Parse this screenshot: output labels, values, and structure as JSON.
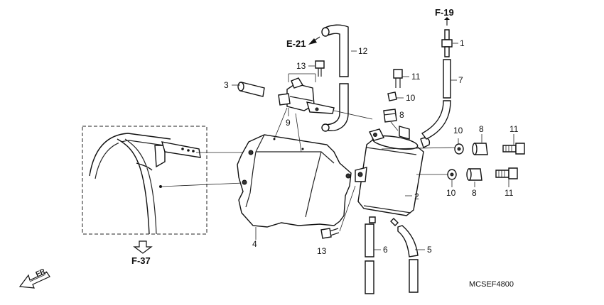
{
  "diagram": {
    "code": "MCSEF4800",
    "front_label": "FR.",
    "refs": [
      "E-21",
      "F-19",
      "F-37"
    ],
    "parts": [
      "1",
      "2",
      "3",
      "4",
      "5",
      "6",
      "7",
      "8",
      "8",
      "8",
      "9",
      "10",
      "10",
      "10",
      "11",
      "11",
      "11",
      "12",
      "13",
      "13"
    ]
  }
}
